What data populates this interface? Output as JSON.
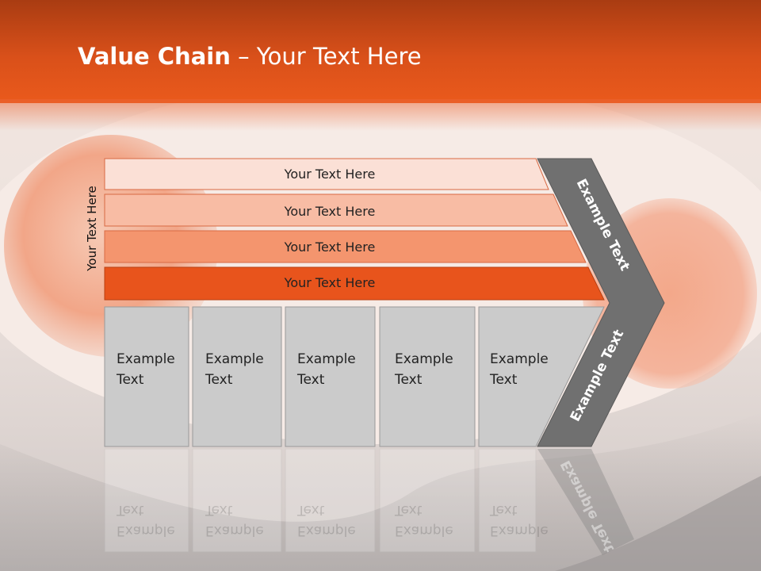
{
  "slide": {
    "title_bold": "Value Chain",
    "title_rest": " – Your Text Here",
    "side_label": "Your Text Here"
  },
  "bars": [
    {
      "label": "Your Text Here",
      "color": "#fbe0d6"
    },
    {
      "label": "Your Text Here",
      "color": "#f8bca4"
    },
    {
      "label": "Your Text Here",
      "color": "#f4956e"
    },
    {
      "label": "Your Text Here",
      "color": "#e8541c"
    }
  ],
  "columns": [
    {
      "line1": "Example",
      "line2": "Text"
    },
    {
      "line1": "Example",
      "line2": "Text"
    },
    {
      "line1": "Example",
      "line2": "Text"
    },
    {
      "line1": "Example",
      "line2": "Text"
    },
    {
      "line1": "Example",
      "line2": "Text"
    }
  ],
  "chevron": {
    "upper_text": "Example Text",
    "lower_text": "Example Text",
    "color": "#707070"
  },
  "colors": {
    "header": "#e3541b",
    "column_fill": "#cbcbcb"
  }
}
